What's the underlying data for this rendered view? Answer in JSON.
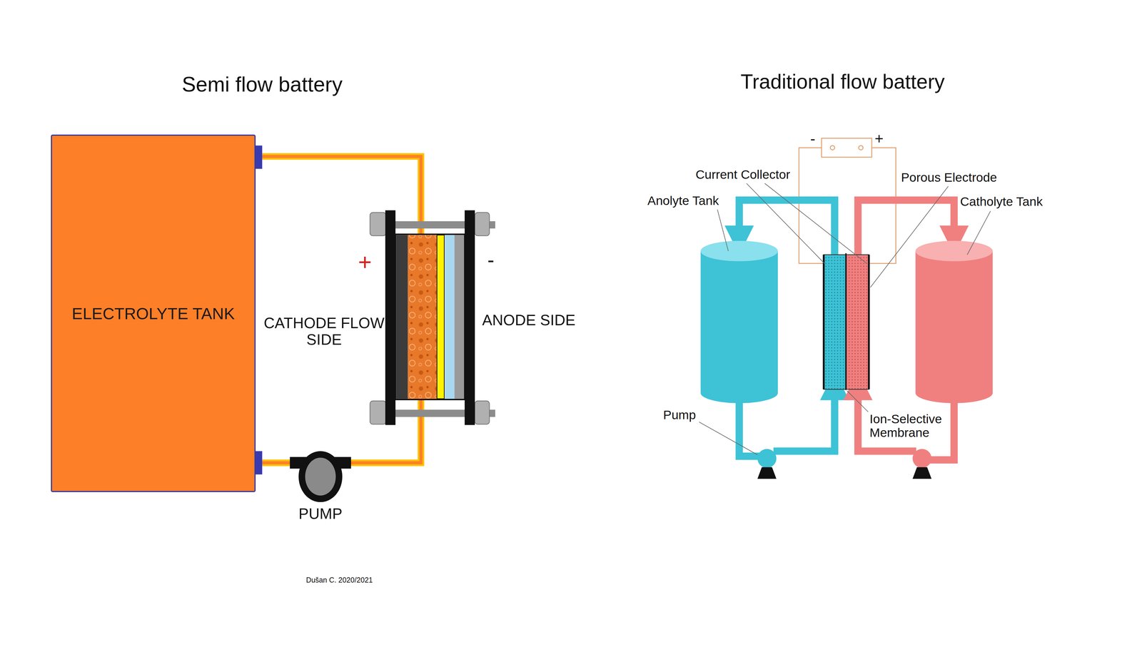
{
  "diagram": {
    "nodes": [
      {
        "text": [
          "ELECTROLYTE TANK"
        ]
      }
    ],
    "labels": [
      "Semi flow battery",
      "Traditional flow battery",
      "+",
      "-",
      "CATHODE FLOW SIDE",
      "ANODE SIDE",
      "PUMP",
      "Dušan C. 2020/2021",
      "-",
      "+",
      "Current Collector",
      "Porous Electrode",
      "Anolyte Tank",
      "Catholyte Tank",
      "Pump",
      "Ion-Selective Membrane"
    ]
  }
}
